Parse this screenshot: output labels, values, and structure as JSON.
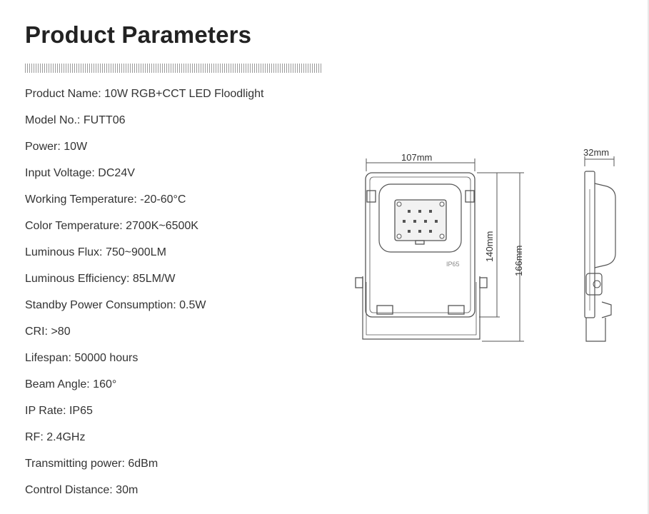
{
  "page": {
    "title": "Product Parameters"
  },
  "specs": [
    {
      "text": "Product Name: 10W RGB+CCT LED Floodlight"
    },
    {
      "text": "Model No.: FUTT06"
    },
    {
      "text": "Power: 10W"
    },
    {
      "text": "Input Voltage: DC24V"
    },
    {
      "text": "Working Temperature: -20-60°C"
    },
    {
      "text": "Color Temperature: 2700K~6500K"
    },
    {
      "text": "Luminous Flux: 750~900LM"
    },
    {
      "text": "Luminous Efficiency: 85LM/W"
    },
    {
      "text": "Standby Power Consumption: 0.5W"
    },
    {
      "text": "CRI: >80"
    },
    {
      "text": "Lifespan: 50000 hours"
    },
    {
      "text": "Beam Angle: 160°"
    },
    {
      "text": "IP Rate: IP65"
    },
    {
      "text": "RF: 2.4GHz"
    },
    {
      "text": "Transmitting power: 6dBm"
    },
    {
      "text": "Control Distance: 30m"
    }
  ],
  "drawing": {
    "width_label": "107mm",
    "depth_label": "32mm",
    "inner_height_label": "140mm",
    "total_height_label": "166mm",
    "ip_label": "IP65"
  }
}
